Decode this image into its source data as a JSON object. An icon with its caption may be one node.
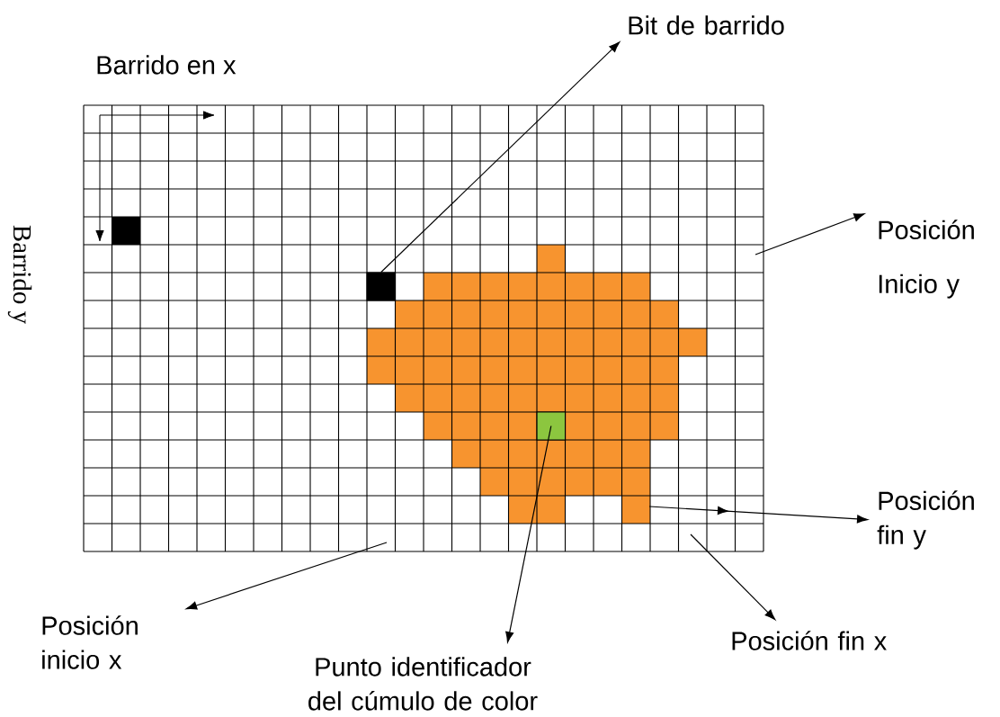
{
  "diagram": {
    "nodes": [
      {
        "text": [
          "Bit de barrido"
        ]
      },
      {
        "text": [
          "Posición Inicio y"
        ]
      },
      {
        "text": [],
        "shape": "box"
      },
      {
        "text": [],
        "shape": "box"
      },
      {
        "text": [
          "Posición fin y"
        ]
      },
      {
        "text": [
          "Posición inicio x"
        ]
      },
      {
        "text": [
          "Punto identificador del cúmulo de color"
        ]
      },
      {
        "text": [
          "Posición fin x"
        ]
      }
    ],
    "edges": [
      {
        "from": 2,
        "to": 0,
        "arrow": "to"
      },
      {
        "from": null,
        "to": 1,
        "arrow": "to"
      },
      {
        "from": null,
        "to": 4,
        "arrow": "to"
      },
      {
        "from": null,
        "to": 5,
        "arrow": "to"
      },
      {
        "from": 3,
        "to": 6,
        "arrow": "to"
      },
      {
        "from": null,
        "to": 7,
        "arrow": "to"
      }
    ],
    "labels": [
      "Barrido en x",
      "Barrido y"
    ]
  }
}
